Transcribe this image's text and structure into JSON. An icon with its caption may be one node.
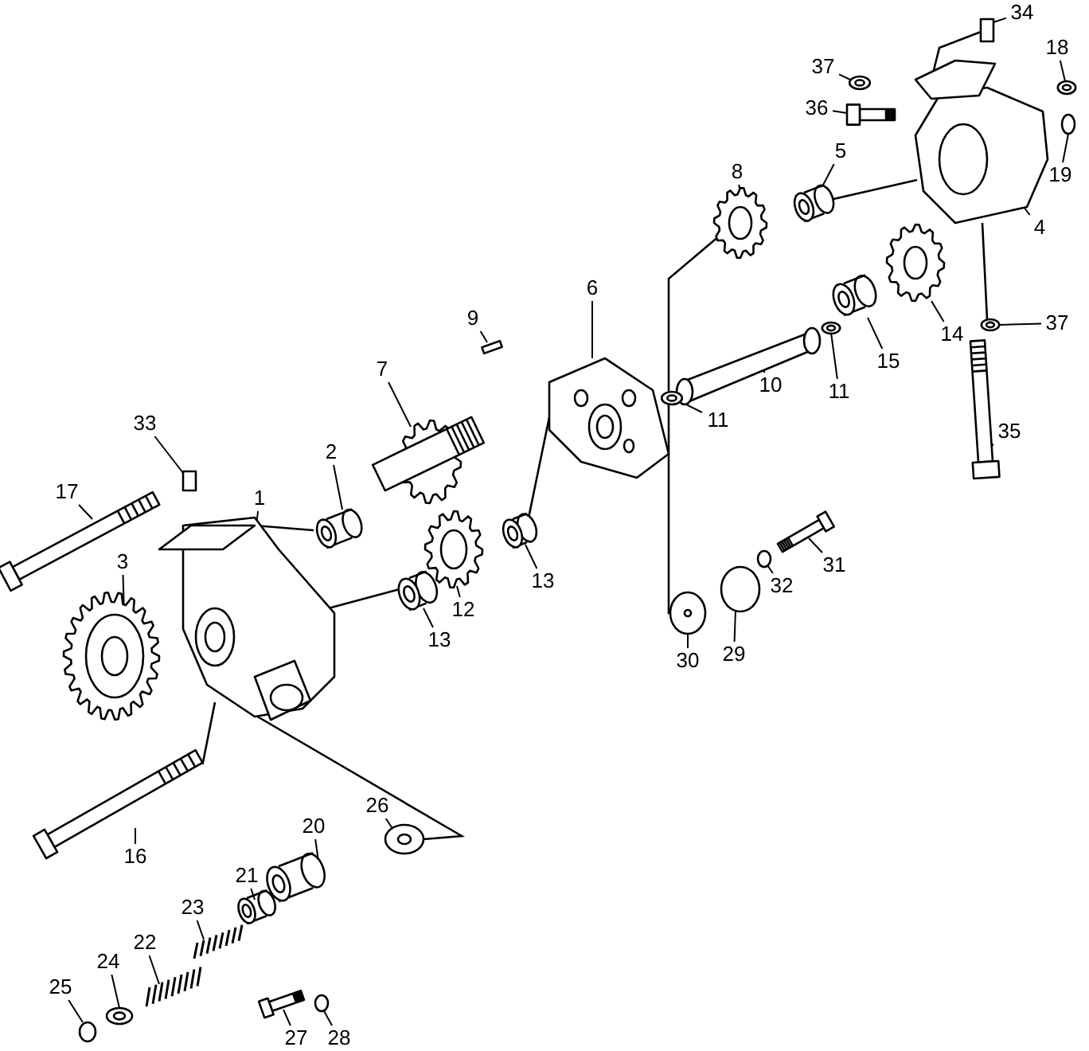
{
  "diagram": {
    "nodes": [
      {
        "text": [
          "34"
        ]
      },
      {
        "text": [
          "18"
        ]
      },
      {
        "text": [
          "37"
        ]
      },
      {
        "text": [
          "36"
        ]
      },
      {
        "text": [
          "19"
        ]
      },
      {
        "text": [
          "5"
        ]
      },
      {
        "text": [
          "8"
        ]
      },
      {
        "text": [
          "4"
        ]
      },
      {
        "text": [
          "6"
        ]
      },
      {
        "text": [
          "9"
        ]
      },
      {
        "text": [
          "37"
        ]
      },
      {
        "text": [
          "7"
        ]
      },
      {
        "text": [
          "14"
        ]
      },
      {
        "text": [
          "15"
        ]
      },
      {
        "text": [
          "11"
        ]
      },
      {
        "text": [
          "10"
        ]
      },
      {
        "text": [
          "11"
        ]
      },
      {
        "text": [
          "35"
        ]
      },
      {
        "text": [
          "33"
        ]
      },
      {
        "text": [
          "17"
        ]
      },
      {
        "text": [
          "2"
        ]
      },
      {
        "text": [
          "1"
        ]
      },
      {
        "text": [
          "31"
        ]
      },
      {
        "text": [
          "32"
        ]
      },
      {
        "text": [
          "13"
        ]
      },
      {
        "text": [
          "12"
        ]
      },
      {
        "text": [
          "13"
        ]
      },
      {
        "text": [
          "3"
        ]
      },
      {
        "text": [
          "29"
        ]
      },
      {
        "text": [
          "30"
        ]
      },
      {
        "text": [
          "16"
        ]
      },
      {
        "text": [
          "26"
        ]
      },
      {
        "text": [
          "20"
        ]
      },
      {
        "text": [
          "21"
        ]
      },
      {
        "text": [
          "23"
        ]
      },
      {
        "text": [
          "22"
        ]
      },
      {
        "text": [
          "24"
        ]
      },
      {
        "text": [
          "25"
        ]
      },
      {
        "text": [
          "27"
        ]
      },
      {
        "text": [
          "28"
        ]
      },
      {
        "text": [],
        "shape": "box"
      },
      {
        "text": [],
        "shape": "picture"
      },
      {
        "text": [],
        "shape": "picture"
      },
      {
        "text": [],
        "shape": "picture"
      },
      {
        "text": [],
        "shape": "circle"
      },
      {
        "text": [],
        "shape": "picture"
      },
      {
        "text": [],
        "shape": "picture"
      },
      {
        "text": [],
        "shape": "picture"
      },
      {
        "text": [],
        "shape": "picture"
      },
      {
        "text": [],
        "shape": "box"
      },
      {
        "text": [],
        "shape": "picture"
      },
      {
        "text": [],
        "shape": "picture"
      },
      {
        "text": [],
        "shape": "picture"
      },
      {
        "text": [],
        "shape": "picture"
      },
      {
        "text": [],
        "shape": "picture"
      },
      {
        "text": [],
        "shape": "picture"
      },
      {
        "text": [],
        "shape": "picture"
      },
      {
        "text": [],
        "shape": "picture"
      },
      {
        "text": [],
        "shape": "box"
      },
      {
        "text": [],
        "shape": "picture"
      },
      {
        "text": [],
        "shape": "picture"
      },
      {
        "text": [],
        "shape": "picture"
      },
      {
        "text": [],
        "shape": "picture"
      },
      {
        "text": [],
        "shape": "circle"
      },
      {
        "text": [],
        "shape": "picture"
      },
      {
        "text": [],
        "shape": "picture"
      },
      {
        "text": [],
        "shape": "picture"
      },
      {
        "text": [],
        "shape": "picture"
      },
      {
        "text": [],
        "shape": "circle"
      },
      {
        "text": [],
        "shape": "picture"
      },
      {
        "text": [],
        "shape": "picture"
      },
      {
        "text": [],
        "shape": "picture"
      },
      {
        "text": [],
        "shape": "picture"
      },
      {
        "text": [],
        "shape": "picture"
      },
      {
        "text": [],
        "shape": "picture"
      },
      {
        "text": [],
        "shape": "picture"
      },
      {
        "text": [],
        "shape": "picture"
      },
      {
        "text": [],
        "shape": "circle"
      },
      {
        "text": [],
        "shape": "picture"
      },
      {
        "text": [],
        "shape": "circle"
      }
    ],
    "edges": [
      {
        "from": 0,
        "to": 40,
        "arrow": "none"
      },
      {
        "from": 1,
        "to": 41,
        "arrow": "none"
      },
      {
        "from": 2,
        "to": 42,
        "arrow": "none"
      },
      {
        "from": 3,
        "to": 43,
        "arrow": "none"
      },
      {
        "from": 4,
        "to": 44,
        "arrow": "none"
      },
      {
        "from": 5,
        "to": 45,
        "arrow": "none"
      },
      {
        "from": 6,
        "to": 46,
        "arrow": "none"
      },
      {
        "from": 7,
        "to": 47,
        "arrow": "none"
      },
      {
        "from": 8,
        "to": 48,
        "arrow": "none"
      },
      {
        "from": 9,
        "to": 49,
        "arrow": "none"
      },
      {
        "from": 10,
        "to": 50,
        "arrow": "none"
      },
      {
        "from": 11,
        "to": 51,
        "arrow": "none"
      },
      {
        "from": 12,
        "to": 52,
        "arrow": "none"
      },
      {
        "from": 13,
        "to": 53,
        "arrow": "none"
      },
      {
        "from": 14,
        "to": 54,
        "arrow": "none"
      },
      {
        "from": 15,
        "to": 55,
        "arrow": "none"
      },
      {
        "from": 16,
        "to": 56,
        "arrow": "none"
      },
      {
        "from": 17,
        "to": 57,
        "arrow": "none"
      },
      {
        "from": 18,
        "to": 58,
        "arrow": "none"
      },
      {
        "from": 19,
        "to": 59,
        "arrow": "none"
      },
      {
        "from": 20,
        "to": 60,
        "arrow": "none"
      },
      {
        "from": 21,
        "to": 61,
        "arrow": "none"
      },
      {
        "from": 22,
        "to": 62,
        "arrow": "none"
      },
      {
        "from": 23,
        "to": 63,
        "arrow": "none"
      },
      {
        "from": 24,
        "to": 64,
        "arrow": "none"
      },
      {
        "from": 25,
        "to": 65,
        "arrow": "none"
      },
      {
        "from": 26,
        "to": 66,
        "arrow": "none"
      },
      {
        "from": 27,
        "to": 67,
        "arrow": "none"
      },
      {
        "from": 28,
        "to": 68,
        "arrow": "none"
      },
      {
        "from": 29,
        "to": 69,
        "arrow": "none"
      },
      {
        "from": 30,
        "to": 70,
        "arrow": "none"
      },
      {
        "from": 31,
        "to": 71,
        "arrow": "none"
      },
      {
        "from": 32,
        "to": 72,
        "arrow": "none"
      },
      {
        "from": 33,
        "to": 73,
        "arrow": "none"
      },
      {
        "from": 34,
        "to": 74,
        "arrow": "none"
      },
      {
        "from": 35,
        "to": 75,
        "arrow": "none"
      },
      {
        "from": 36,
        "to": 76,
        "arrow": "none"
      },
      {
        "from": 37,
        "to": 77,
        "arrow": "none"
      },
      {
        "from": 38,
        "to": 78,
        "arrow": "none"
      },
      {
        "from": 39,
        "to": 79,
        "arrow": "none"
      },
      {
        "from": 47,
        "to": 40,
        "arrow": "none"
      },
      {
        "from": 46,
        "to": 56,
        "arrow": "none"
      },
      {
        "from": 56,
        "to": 69,
        "arrow": "none"
      },
      {
        "from": 45,
        "to": 47,
        "arrow": "none"
      },
      {
        "from": 60,
        "to": 61,
        "arrow": "none"
      },
      {
        "from": 66,
        "to": 61,
        "arrow": "none"
      },
      {
        "from": 61,
        "to": 71,
        "arrow": "none"
      },
      {
        "from": 61,
        "to": 70,
        "arrow": "none"
      },
      {
        "from": 48,
        "to": 64,
        "arrow": "none"
      },
      {
        "from": 47,
        "to": 50,
        "arrow": "none"
      }
    ]
  }
}
